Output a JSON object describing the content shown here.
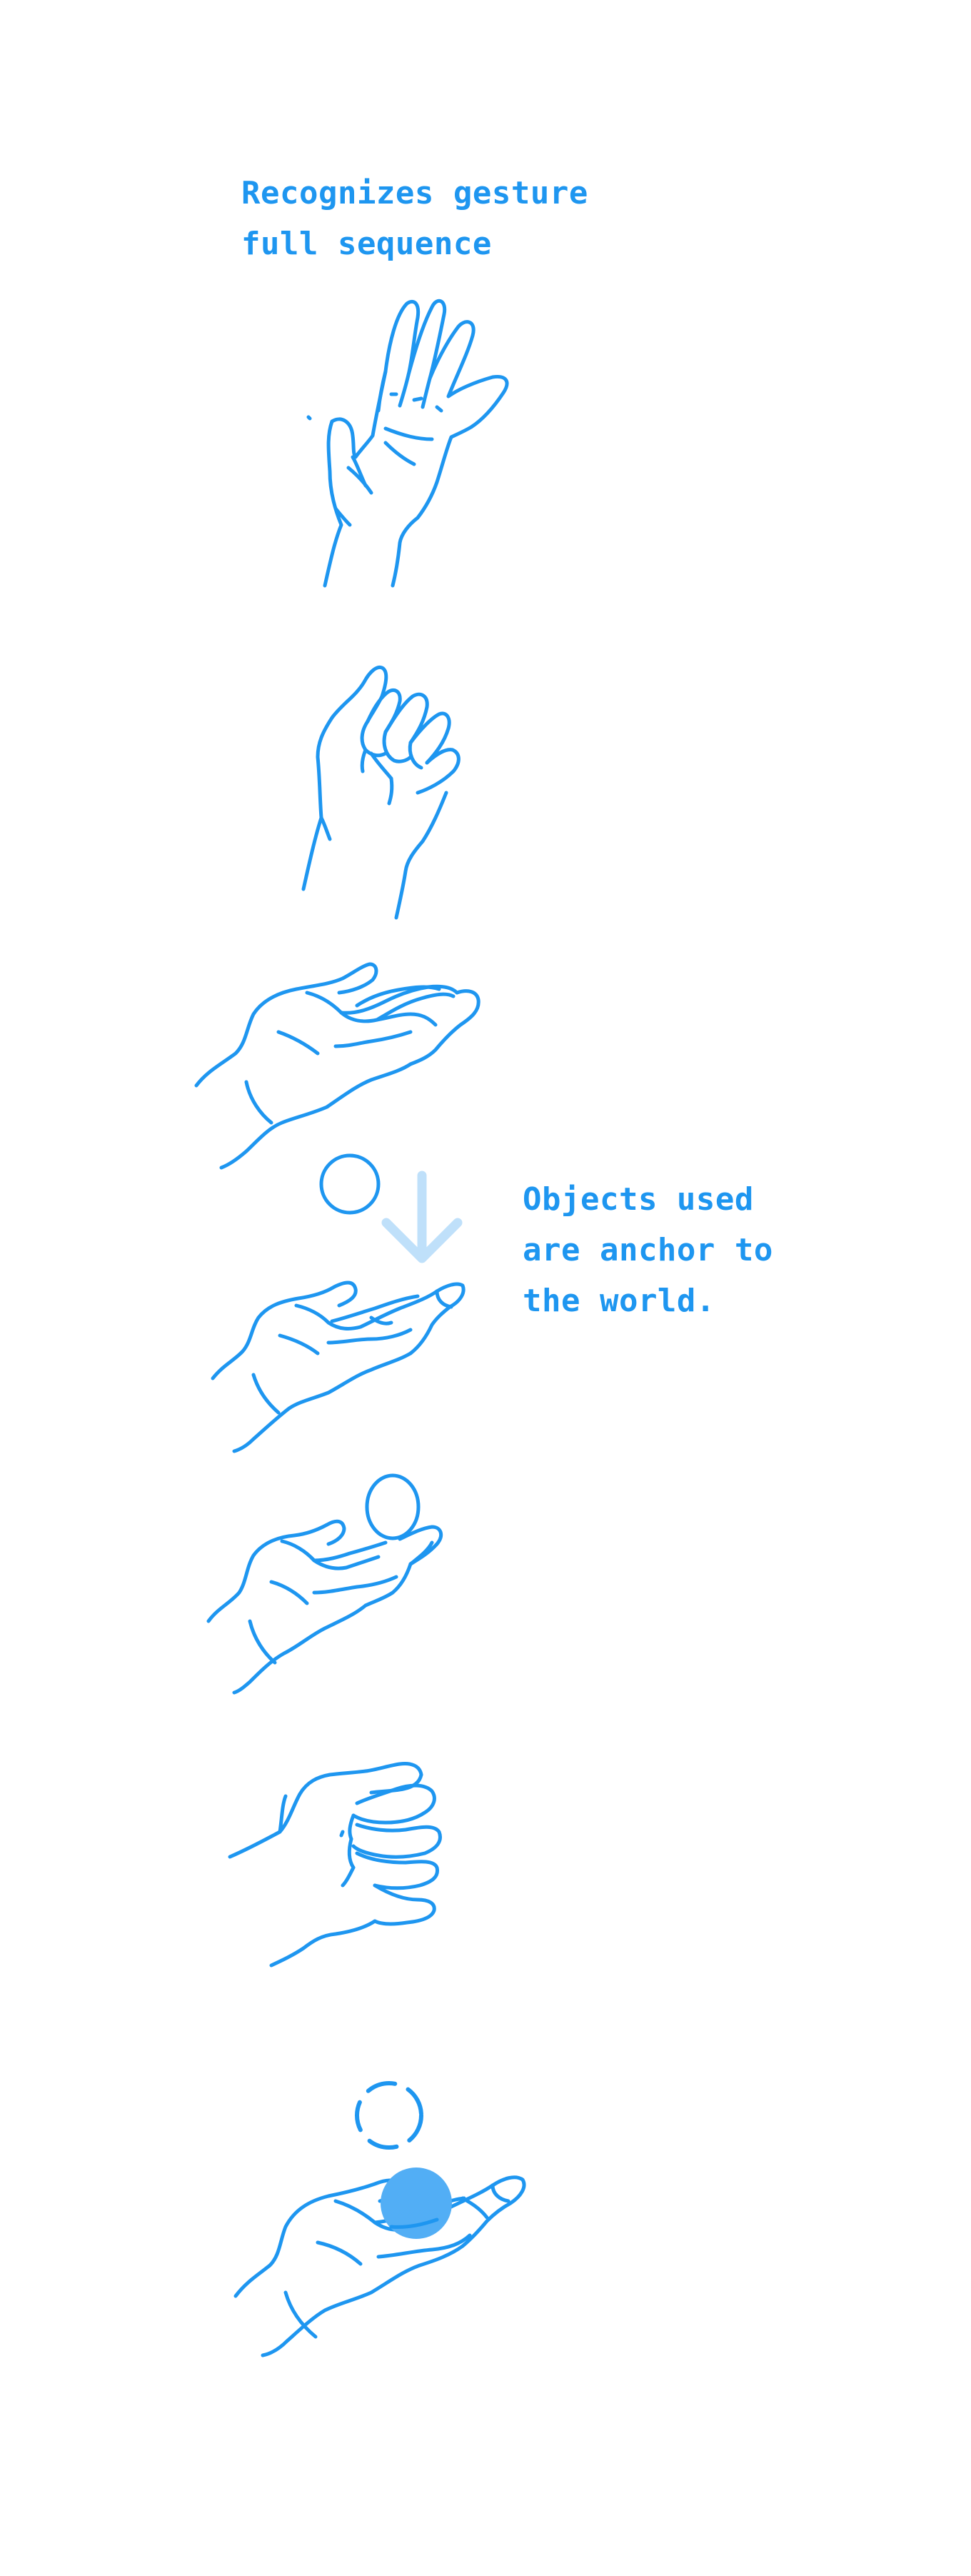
{
  "captions": {
    "top": [
      "Recognizes gesture",
      "full sequence"
    ],
    "side": [
      "Objects used",
      "are anchor to",
      "the world."
    ]
  },
  "colors": {
    "stroke": "#1E96F0",
    "arrow": "#BFE0FA",
    "orb_fill": "#52AEF5",
    "background": "#FFFFFF"
  },
  "icons": {
    "open_palm": "open-palm-hand-icon",
    "fist": "closed-fist-hand-icon",
    "cupped": "cupped-hand-icon",
    "ring": "ring-object-icon",
    "arrow": "down-arrow-icon",
    "orb": "anchored-orb-icon"
  }
}
